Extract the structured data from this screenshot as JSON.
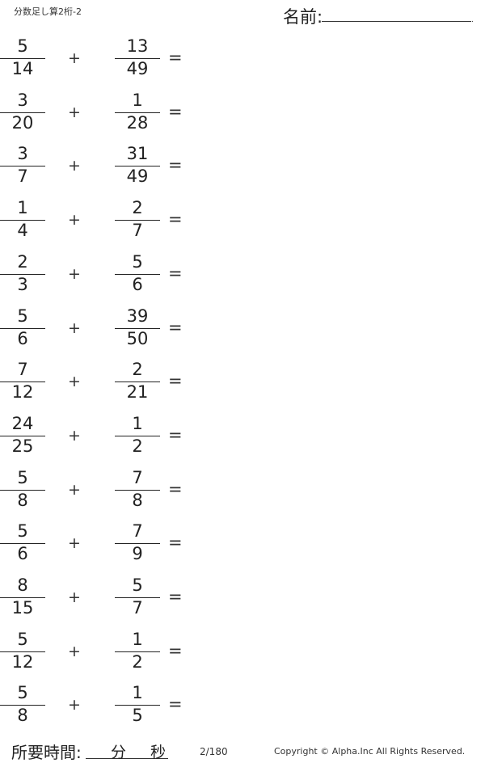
{
  "header": {
    "title": "分数足し算2桁-2",
    "name_label": "名前:",
    "name_end_mark": "."
  },
  "problems": [
    {
      "a_num": "5",
      "a_den": "14",
      "op": "+",
      "b_num": "13",
      "b_den": "49",
      "eq": "="
    },
    {
      "a_num": "3",
      "a_den": "20",
      "op": "+",
      "b_num": "1",
      "b_den": "28",
      "eq": "="
    },
    {
      "a_num": "3",
      "a_den": "7",
      "op": "+",
      "b_num": "31",
      "b_den": "49",
      "eq": "="
    },
    {
      "a_num": "1",
      "a_den": "4",
      "op": "+",
      "b_num": "2",
      "b_den": "7",
      "eq": "="
    },
    {
      "a_num": "2",
      "a_den": "3",
      "op": "+",
      "b_num": "5",
      "b_den": "6",
      "eq": "="
    },
    {
      "a_num": "5",
      "a_den": "6",
      "op": "+",
      "b_num": "39",
      "b_den": "50",
      "eq": "="
    },
    {
      "a_num": "7",
      "a_den": "12",
      "op": "+",
      "b_num": "2",
      "b_den": "21",
      "eq": "="
    },
    {
      "a_num": "24",
      "a_den": "25",
      "op": "+",
      "b_num": "1",
      "b_den": "2",
      "eq": "="
    },
    {
      "a_num": "5",
      "a_den": "8",
      "op": "+",
      "b_num": "7",
      "b_den": "8",
      "eq": "="
    },
    {
      "a_num": "5",
      "a_den": "6",
      "op": "+",
      "b_num": "7",
      "b_den": "9",
      "eq": "="
    },
    {
      "a_num": "8",
      "a_den": "15",
      "op": "+",
      "b_num": "5",
      "b_den": "7",
      "eq": "="
    },
    {
      "a_num": "5",
      "a_den": "12",
      "op": "+",
      "b_num": "1",
      "b_den": "2",
      "eq": "="
    },
    {
      "a_num": "5",
      "a_den": "8",
      "op": "+",
      "b_num": "1",
      "b_den": "5",
      "eq": "="
    }
  ],
  "footer": {
    "time_label": "所要時間:",
    "minutes_unit": "分",
    "seconds_unit": "秒",
    "page_number": "2/180",
    "copyright": "Copyright ©  Alpha.Inc All Rights Reserved."
  }
}
